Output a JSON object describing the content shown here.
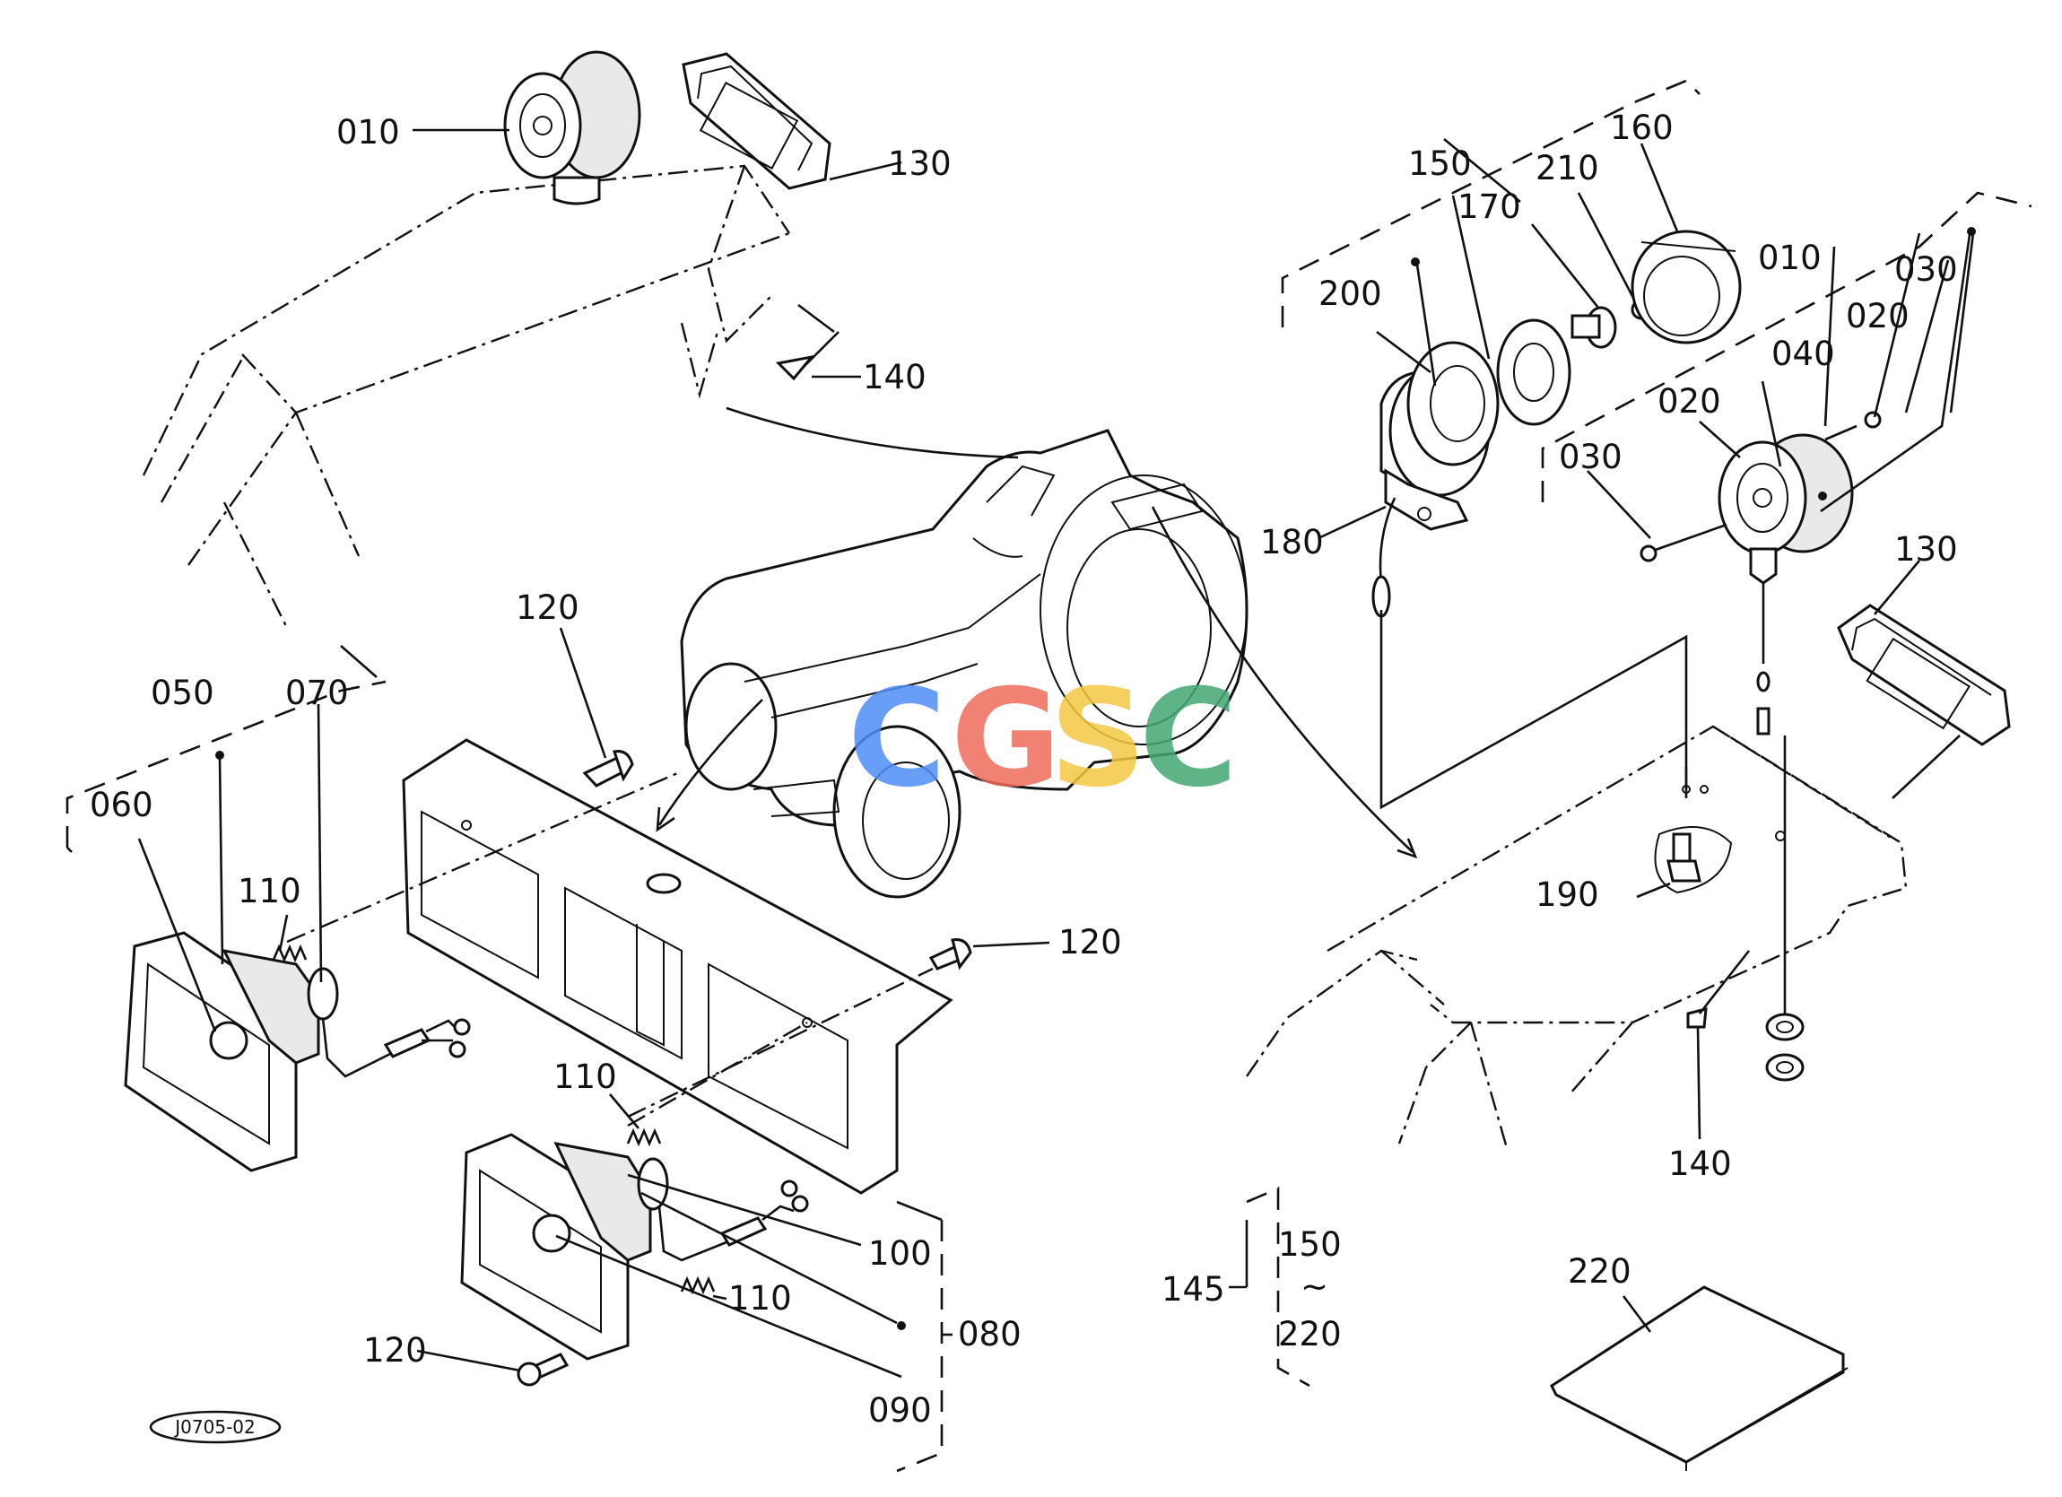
{
  "diagram": {
    "drawing_code": "J0705-02",
    "watermark": {
      "letters": [
        "C",
        "G",
        "S",
        "C"
      ],
      "colors": [
        "#4f8ef7",
        "#ef6c5a",
        "#f5c842",
        "#43a872"
      ]
    },
    "labels": {
      "l010a": "010",
      "l130a": "130",
      "l140a": "140",
      "l120a": "120",
      "l050": "050",
      "l070": "070",
      "l060": "060",
      "l110a": "110",
      "l120b": "120",
      "l110b": "110",
      "l100": "100",
      "l110c": "110",
      "l080": "080",
      "l120c": "120",
      "l090": "090",
      "l150": "150",
      "l170": "170",
      "l210": "210",
      "l160": "160",
      "l200": "200",
      "l180": "180",
      "l010b": "010",
      "l030a": "030",
      "l020a": "020",
      "l040": "040",
      "l020b": "020",
      "l030b": "030",
      "l130b": "130",
      "l190": "190",
      "l140b": "140",
      "l145": "145",
      "l150r": "150",
      "ltilde": "~",
      "l220r": "220",
      "l220": "220"
    }
  }
}
